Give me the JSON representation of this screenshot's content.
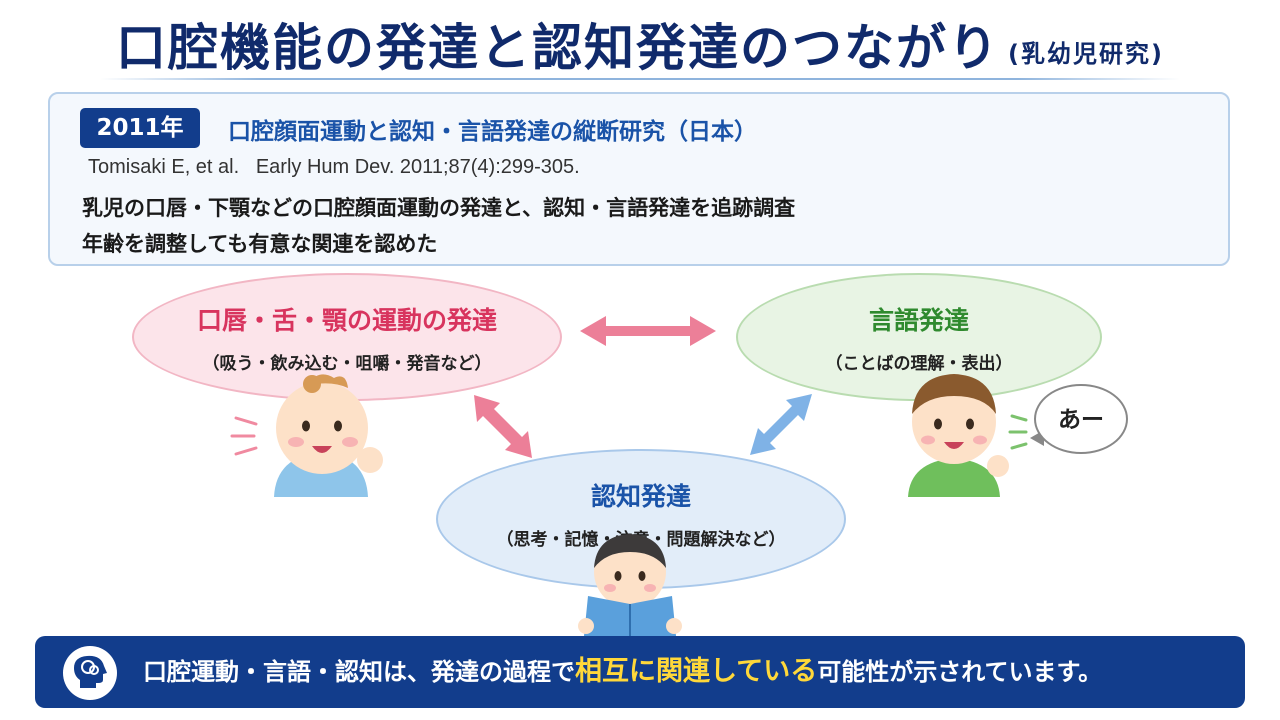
{
  "header": {
    "title": "口腔機能の発達と認知発達のつながり",
    "subtitle": "(乳幼児研究)"
  },
  "study": {
    "year": "2011年",
    "title": "口腔顔面運動と認知・言語発達の縦断研究（日本）",
    "citation": "Tomisaki E, et al.   Early Hum Dev. 2011;87(4):299-305.",
    "findings": [
      "乳児の口唇・下顎などの口腔顔面運動の発達と、認知・言語発達を追跡調査",
      "年齢を調整しても有意な関連を認めた"
    ]
  },
  "diagram": {
    "motor": {
      "title": "口唇・舌・顎の運動の発達",
      "sub": "（吸う・飲み込む・咀嚼・発音など）"
    },
    "language": {
      "title": "言語発達",
      "sub": "（ことばの理解・表出）"
    },
    "cognition": {
      "title": "認知発達",
      "sub": "（思考・記憶・注意・問題解決など）"
    },
    "speech_bubble": "あー"
  },
  "banner": {
    "text_before": "口腔運動・言語・認知は、発達の過程で",
    "highlight": "相互に関連している",
    "text_after": "可能性が示されています。"
  },
  "colors": {
    "title": "#102a6b",
    "badge": "#123d8c",
    "motor": "#d8345e",
    "language": "#2f8a2e",
    "cognition": "#1a53a8",
    "pink_arrow": "#ec7f98",
    "blue_arrow": "#7fb2e6",
    "highlight": "#ffd83a"
  },
  "icons": [
    "brain-head-icon",
    "double-arrow-icon"
  ]
}
